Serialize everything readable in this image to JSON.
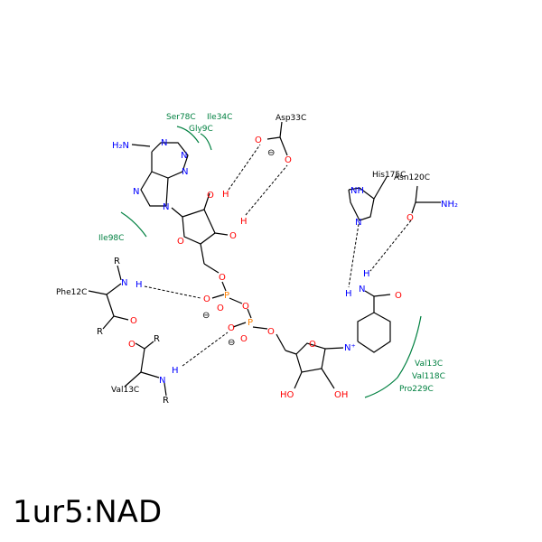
{
  "title": "1ur5:NAD",
  "colors": {
    "bond": "#000000",
    "oxygen": "#ff0000",
    "nitrogen": "#0000ff",
    "phosphorus": "#ff8000",
    "hydrophobic": "#008040"
  },
  "residues": {
    "ser78": "Ser78C",
    "ile34": "Ile34C",
    "gly9": "Gly9C",
    "asp33": "Asp33C",
    "his175": "His175C",
    "asn120": "Asn120C",
    "ile98": "Ile98C",
    "phe12": "Phe12C",
    "val13_left": "Val13C",
    "val13_right": "Val13C",
    "val118": "Val118C",
    "pro229": "Pro229C"
  },
  "atoms": {
    "nh2_adenine": "H₂N",
    "nh2_amide": "NH₂",
    "n": "N",
    "o": "O",
    "p": "P",
    "h": "H",
    "oh": "OH",
    "ho": "HO",
    "nh": "NH",
    "nplus": "N⁺",
    "r": "R",
    "minus": "⊖"
  }
}
